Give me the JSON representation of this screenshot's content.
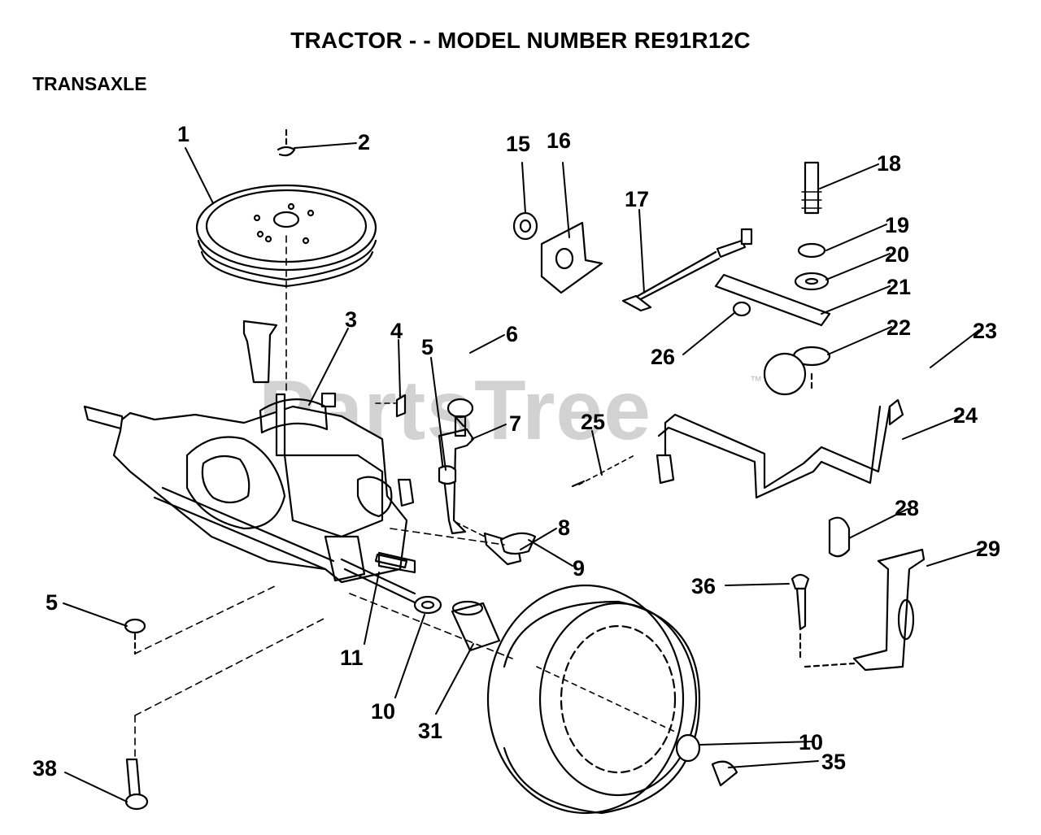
{
  "header": {
    "title": "TRACTOR - - MODEL NUMBER RE91R12C",
    "section": "TRANSAXLE"
  },
  "watermark": {
    "text": "PartsTree",
    "tm": "™"
  },
  "callouts": {
    "c1": "1",
    "c2": "2",
    "c3": "3",
    "c4": "4",
    "c5a": "5",
    "c5b": "5",
    "c6": "6",
    "c7": "7",
    "c8": "8",
    "c9": "9",
    "c10a": "10",
    "c10b": "10",
    "c11": "11",
    "c15": "15",
    "c16": "16",
    "c17": "17",
    "c18": "18",
    "c19": "19",
    "c20": "20",
    "c21": "21",
    "c22": "22",
    "c23": "23",
    "c24": "24",
    "c25": "25",
    "c26": "26",
    "c28": "28",
    "c29": "29",
    "c31": "31",
    "c35": "35",
    "c36": "36",
    "c38": "38"
  }
}
